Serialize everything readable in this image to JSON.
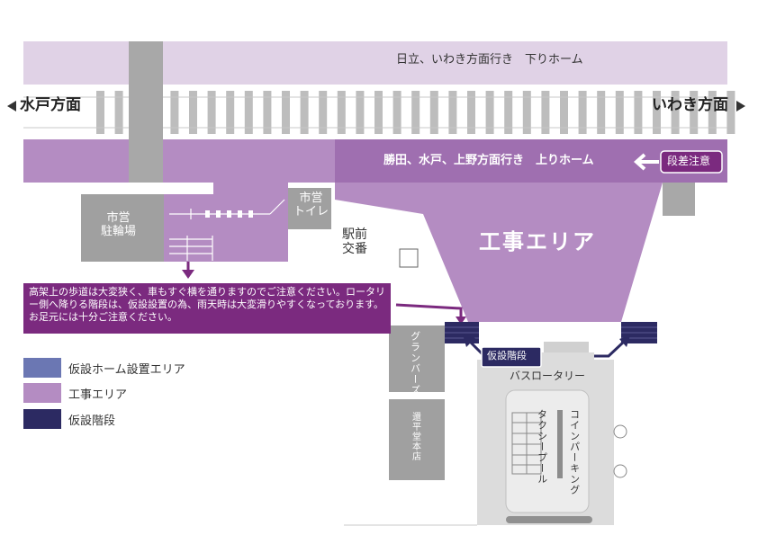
{
  "direction": {
    "left": "水戸方面",
    "right": "いわき方面"
  },
  "platforms": {
    "down": "日立、いわき方面行き　下りホーム",
    "up": "勝田、水戸、上野方面行き　上りホーム"
  },
  "labels": {
    "step_caution": "段差注意",
    "construction_area": "工事エリア",
    "city_parking": "市営\n駐輪場",
    "city_toilet": "市営\nトイレ",
    "police_box": "駅前\n交番",
    "temp_stairs": "仮設階段",
    "bus_rotary": "バスロータリー",
    "grand_bar": "グランバーズ",
    "bookstore": "還平堂本店",
    "taxi_pool": "タクシープール",
    "coin_parking": "コインパーキング"
  },
  "notice": "高架上の歩道は大変狭く、車もすぐ横を通りますのでご注意ください。ロータリー側へ降りる階段は、仮設設置の為、雨天時は大変滑りやすくなっております。お足元には十分ご注意ください。",
  "legend": [
    {
      "label": "仮設ホーム設置エリア",
      "color": "#6b77b3"
    },
    {
      "label": "工事エリア",
      "color": "#b48cc2"
    },
    {
      "label": "仮設階段",
      "color": "#2c2a62"
    }
  ],
  "colors": {
    "platform_light": "#e0d2e6",
    "platform_mid": "#b48cc2",
    "platform_dark": "#9f6fb0",
    "notice_bg": "#7b2a7f",
    "building_gray": "#a0a0a0",
    "track_gray": "#bdbdbd",
    "stairs": "#2c2a62"
  }
}
